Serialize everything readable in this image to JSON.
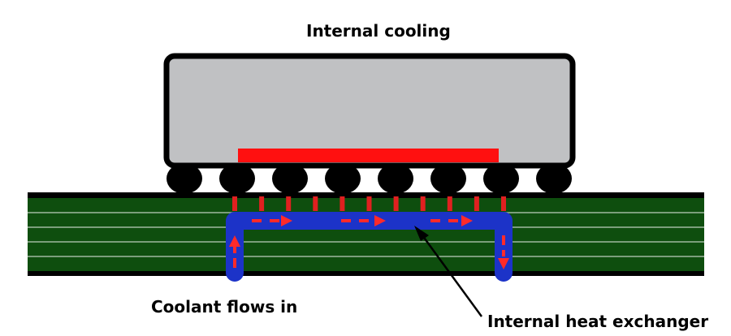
{
  "title": "Internal cooling",
  "labels": {
    "inlet": "Coolant flows in",
    "exchanger": "Internal heat exchanger"
  },
  "components": {
    "package": "chip package",
    "die": "heat source (die)",
    "solder_balls": 8,
    "pcb_layers": 5,
    "thermal_vias": 11
  },
  "colors": {
    "package_fill": "#c0c1c3",
    "die": "#ff1010",
    "pcb": "#0e4e0e",
    "channel": "#1c33c8",
    "flow_arrows": "#ff2020",
    "outline": "#000000"
  }
}
